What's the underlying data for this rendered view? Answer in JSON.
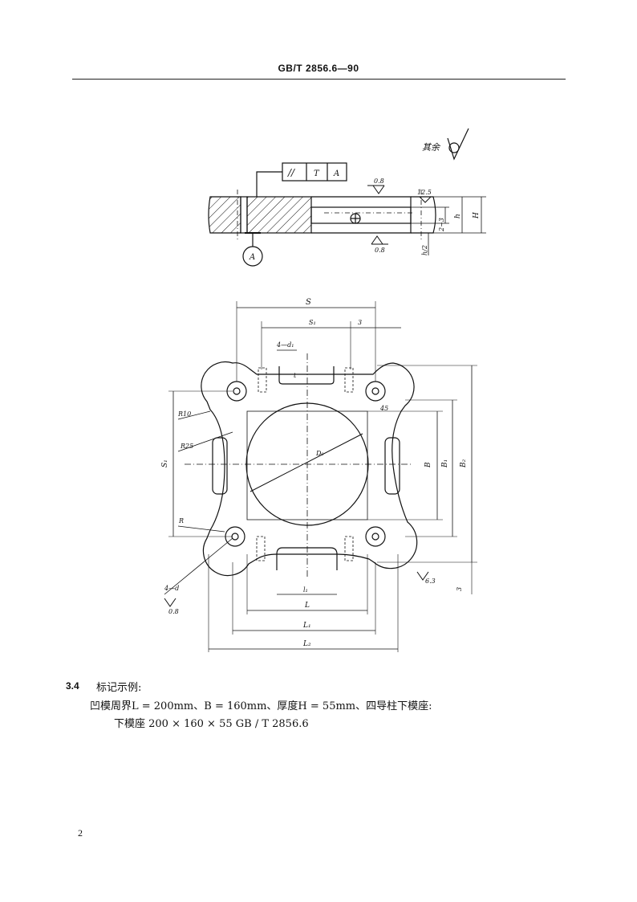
{
  "header": {
    "standard_no": "GB/T 2856.6—90"
  },
  "drawing": {
    "roughness_note": "其余",
    "tolerance_frame": {
      "symbol": "//",
      "tol": "T",
      "datum": "A"
    },
    "datum_label": "A",
    "section_roughness_top": "0.8",
    "section_roughness_bottom": "0.8",
    "roughness_right": "12.5",
    "dim_2_3": "2~3",
    "dim_h": "h",
    "dim_H": "H",
    "dim_h_half": "h/2",
    "plan": {
      "S": "S",
      "S1_top": "S₁",
      "dim_3_top": "3",
      "four_d1": "4—d₁",
      "t": "t",
      "R10": "R10",
      "R25": "R25",
      "R": "R",
      "S1_side": "S₁",
      "D0": "D₀",
      "angle45": "45",
      "B": "B",
      "B1": "B₁",
      "B2": "B₂",
      "four_d": "4—d",
      "rough_bottom_left": "0.8",
      "rough_bottom_right": "6.3",
      "dim_3_right": "3",
      "l1": "l₁",
      "L": "L",
      "L1": "L₁",
      "L2": "L₂"
    }
  },
  "section": {
    "number": "3.4",
    "title": "标记示例:",
    "line1": "凹模周界L = 200mm、B = 160mm、厚度H = 55mm、四导柱下模座:",
    "line2": "下模座   200 × 160 × 55    GB / T    2856.6"
  },
  "page_number": "2"
}
